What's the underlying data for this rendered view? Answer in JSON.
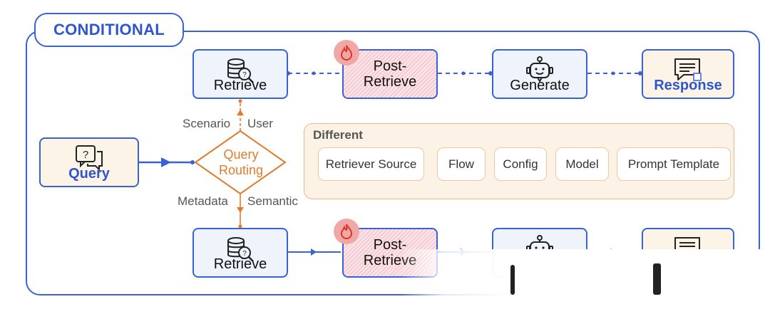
{
  "title": "CONDITIONAL",
  "top_row": {
    "retrieve": "Retrieve",
    "post_retrieve_line1": "Post-",
    "post_retrieve_line2": "Retrieve",
    "generate": "Generate",
    "response": "Response"
  },
  "bottom_row": {
    "retrieve": "Retrieve",
    "post_retrieve_line1": "Post-",
    "post_retrieve_line2": "Retrieve"
  },
  "query": "Query",
  "routing": {
    "line1": "Query",
    "line2": "Routing"
  },
  "edge_labels": {
    "scenario": "Scenario",
    "user": "User",
    "metadata": "Metadata",
    "semantic": "Semantic"
  },
  "different": {
    "title": "Different",
    "items": [
      "Retriever Source",
      "Flow",
      "Config",
      "Model",
      "Prompt Template"
    ]
  },
  "colors": {
    "blue": "#3a62d6",
    "orange": "#e07b2a",
    "cream": "#fdf4e8",
    "hatch": "#f3b9c4"
  },
  "icons": [
    "database-search-icon",
    "fire-icon",
    "robot-icon",
    "message-icon",
    "question-bubble-icon"
  ]
}
